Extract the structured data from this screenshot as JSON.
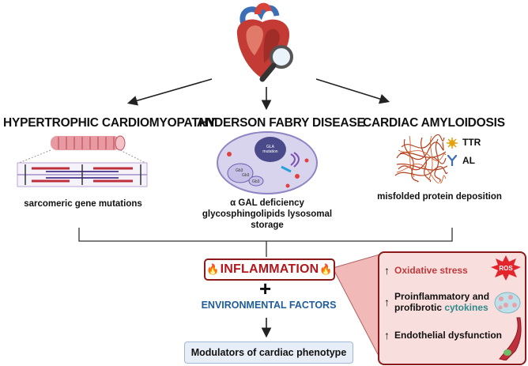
{
  "diseases": {
    "hcm": {
      "title": "HYPERTROPHIC CARDIOMYOPATHY",
      "caption": "sarcomeric gene mutations"
    },
    "afd": {
      "title": "ANDERSON FABRY DISEASE",
      "caption_line1": "α GAL deficiency",
      "caption_line2": "glycosphingolipids lysosomal",
      "caption_line3": "storage",
      "cell_label_1": "GLA",
      "cell_label_2": "mutation",
      "gb3": "Gb3"
    },
    "ca": {
      "title": "CARDIAC AMYLOIDOSIS",
      "caption": "misfolded protein deposition",
      "legend": [
        "TTR",
        "AL"
      ]
    }
  },
  "center": {
    "inflammation": "INFLAMMATION",
    "plus": "+",
    "environmental": "ENVIRONMENTAL FACTORS",
    "arrow": "↓",
    "modulators": "Modulators of cardiac phenotype"
  },
  "panel": {
    "items": [
      {
        "arrow": "↑",
        "text": "Oxidative stress",
        "color": "#c0393b"
      },
      {
        "arrow": "↑",
        "text_a": "Proinflammatory and",
        "text_b": "profibrotic ",
        "text_c": "cytokines",
        "color_c": "#2f8a8a"
      },
      {
        "arrow": "↑",
        "text": "Endothelial dysfunction"
      }
    ],
    "ros": "ROS"
  },
  "colors": {
    "accent_red": "#b0181c",
    "blue": "#1e5c9b",
    "panel_bg": "#f9dede"
  }
}
